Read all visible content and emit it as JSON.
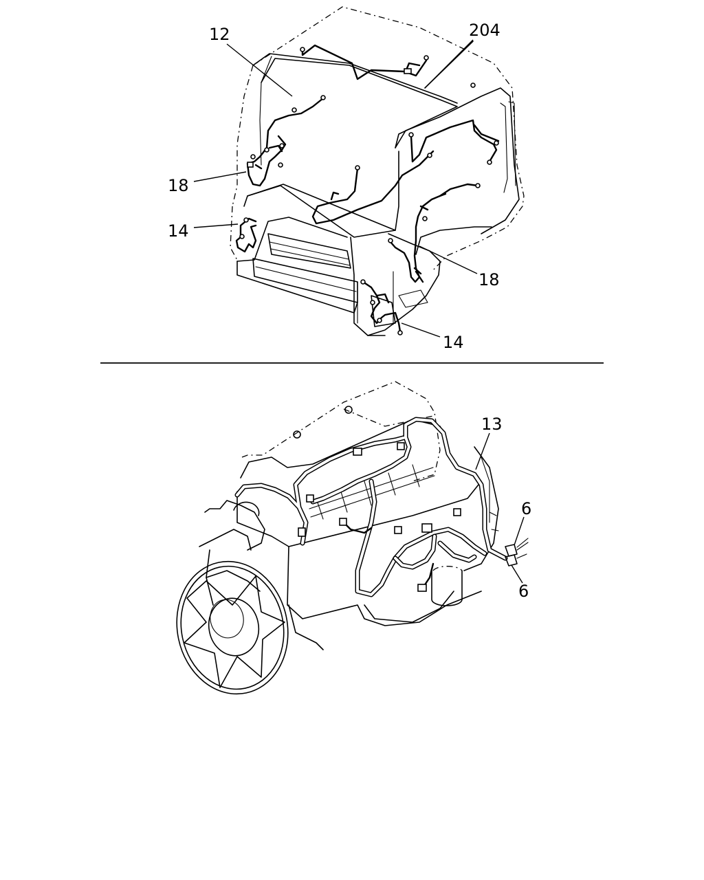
{
  "figure": {
    "cab_callouts": {
      "c12": "12",
      "c204": "204",
      "c18_left": "18",
      "c14_left": "14",
      "c18_right": "18",
      "c14_right": "14"
    },
    "engine_callouts": {
      "c13": "13",
      "c6_top": "6",
      "c6_bottom": "6"
    }
  }
}
